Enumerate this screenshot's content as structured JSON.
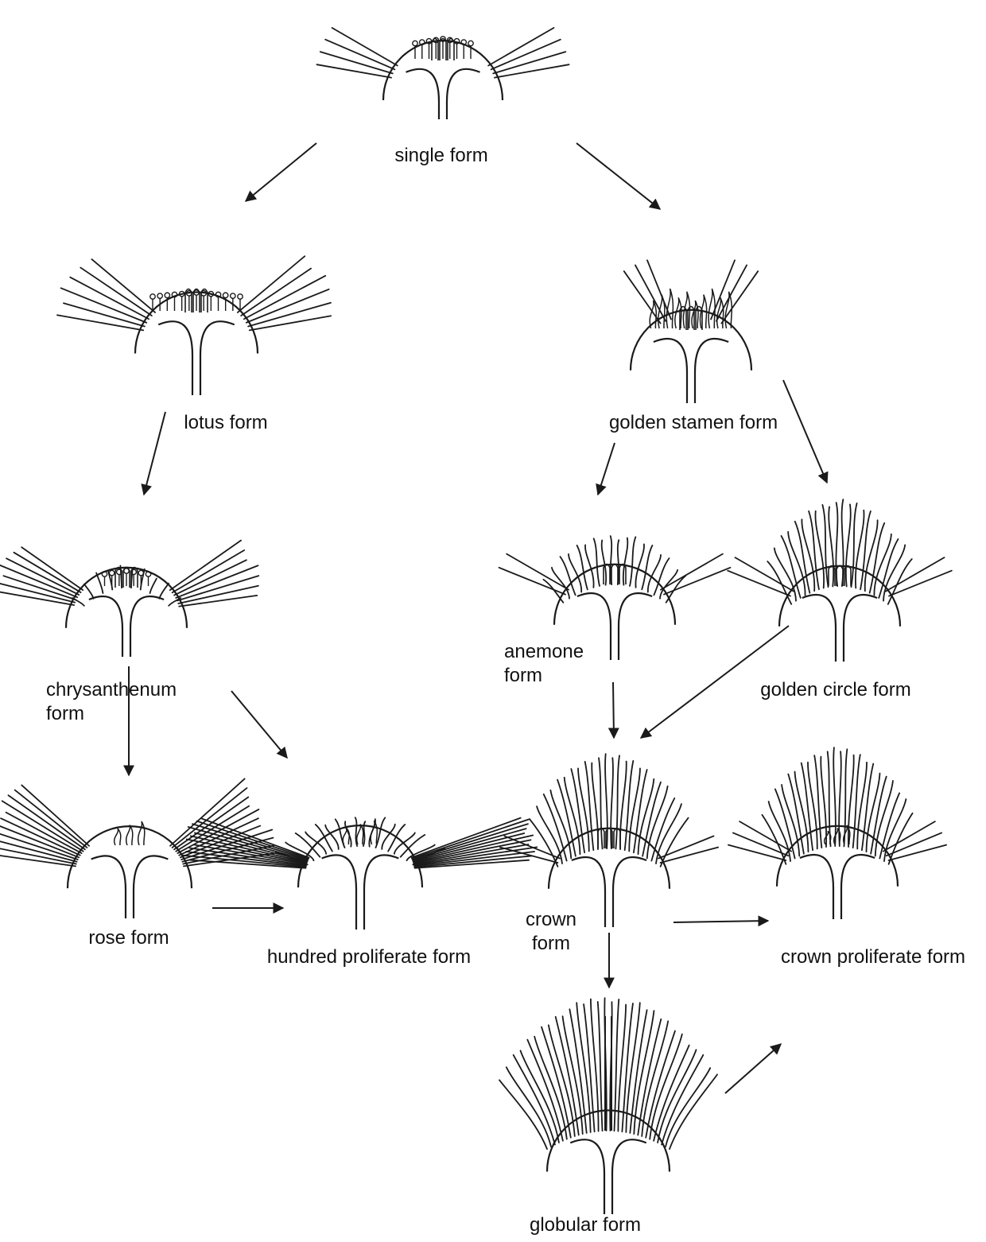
{
  "colors": {
    "ink": "#1a1a1a",
    "label": "#111111",
    "background": "#ffffff"
  },
  "labels": {
    "single": "single form",
    "lotus": "lotus form",
    "golden_stamen": "golden stamen form",
    "chrysanthemum_line1": "chrysanthenum",
    "chrysanthemum_line2": "form",
    "anemone_line1": "anemone",
    "anemone_line2": "form",
    "golden_circle": "golden circle form",
    "rose": "rose form",
    "hundred_proliferate": "hundred proliferate form",
    "crown_line1": "crown",
    "crown_line2": "form",
    "crown_proliferate": "crown proliferate form",
    "globular": "globular form"
  },
  "forms": [
    {
      "id": "single",
      "style": "single"
    },
    {
      "id": "lotus",
      "style": "lotus"
    },
    {
      "id": "golden_stamen",
      "style": "golden_stamen"
    },
    {
      "id": "chrysanthemum",
      "style": "chrysanthemum"
    },
    {
      "id": "anemone",
      "style": "anemone"
    },
    {
      "id": "golden_circle",
      "style": "golden_circle"
    },
    {
      "id": "rose",
      "style": "rose"
    },
    {
      "id": "hundred_proliferate",
      "style": "hundred"
    },
    {
      "id": "crown",
      "style": "crown"
    },
    {
      "id": "crown_proliferate",
      "style": "crown_proliferate"
    },
    {
      "id": "globular",
      "style": "globular"
    }
  ],
  "transitions": [
    {
      "from": "single",
      "to": "lotus"
    },
    {
      "from": "single",
      "to": "golden_stamen"
    },
    {
      "from": "lotus",
      "to": "chrysanthemum"
    },
    {
      "from": "golden_stamen",
      "to": "anemone"
    },
    {
      "from": "golden_stamen",
      "to": "golden_circle"
    },
    {
      "from": "chrysanthemum",
      "to": "rose"
    },
    {
      "from": "chrysanthemum",
      "to": "hundred_proliferate"
    },
    {
      "from": "anemone",
      "to": "crown"
    },
    {
      "from": "golden_circle",
      "to": "crown"
    },
    {
      "from": "rose",
      "to": "hundred_proliferate"
    },
    {
      "from": "crown",
      "to": "crown_proliferate"
    },
    {
      "from": "crown",
      "to": "globular"
    },
    {
      "from": "globular",
      "to": "crown_proliferate"
    }
  ]
}
